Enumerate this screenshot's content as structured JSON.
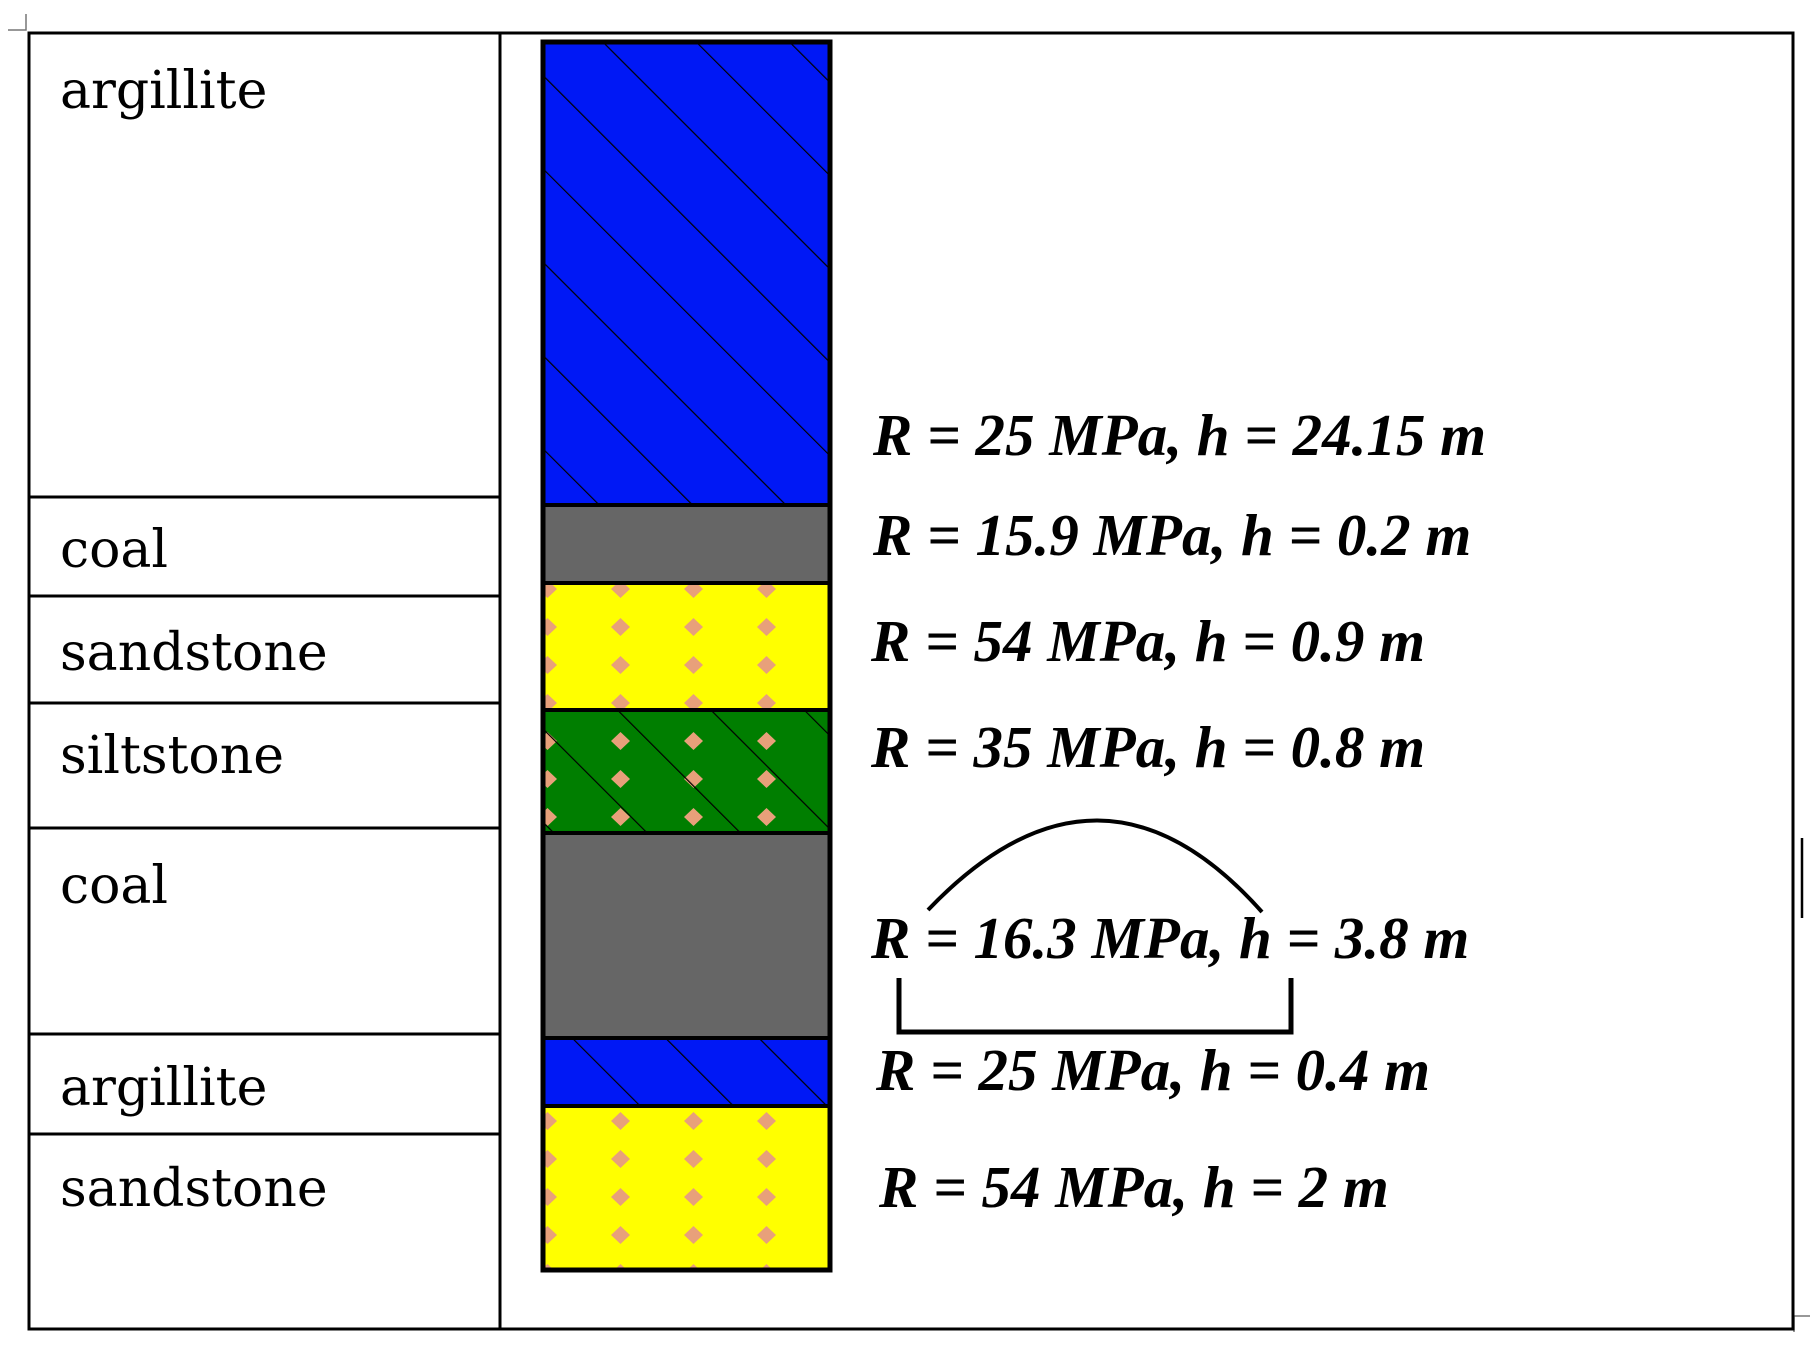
{
  "colors": {
    "argillite": "#0018F5",
    "coal": "#666666",
    "sandstone": "#FFFF00",
    "siltstone": "#007E00",
    "dot": "#E8A07A",
    "hatch": "#000000"
  },
  "layers": [
    {
      "name": "argillite",
      "pattern": "hatch",
      "R_MPa": 25,
      "h_m": 24.15,
      "param_text": "R = 25 MPa, h = 24.15 m"
    },
    {
      "name": "coal",
      "pattern": "solid",
      "R_MPa": 15.9,
      "h_m": 0.2,
      "param_text": "R = 15.9 MPa, h = 0.2 m"
    },
    {
      "name": "sandstone",
      "pattern": "dots",
      "R_MPa": 54,
      "h_m": 0.9,
      "param_text": "R = 54 MPa, h = 0.9 m"
    },
    {
      "name": "siltstone",
      "pattern": "hatch+dots",
      "R_MPa": 35,
      "h_m": 0.8,
      "param_text": "R = 35 MPa, h = 0.8 m"
    },
    {
      "name": "coal",
      "pattern": "solid",
      "R_MPa": 16.3,
      "h_m": 3.8,
      "param_text": "R = 16.3 MPa, h = 3.8 m"
    },
    {
      "name": "argillite",
      "pattern": "hatch",
      "R_MPa": 25,
      "h_m": 0.4,
      "param_text": "R = 25 MPa, h = 0.4 m"
    },
    {
      "name": "sandstone",
      "pattern": "dots",
      "R_MPa": 54,
      "h_m": 2,
      "param_text": "R = 54 MPa, h = 2 m"
    }
  ],
  "excavation": {
    "symbol": "arched-roadway",
    "layer_index": 4
  }
}
